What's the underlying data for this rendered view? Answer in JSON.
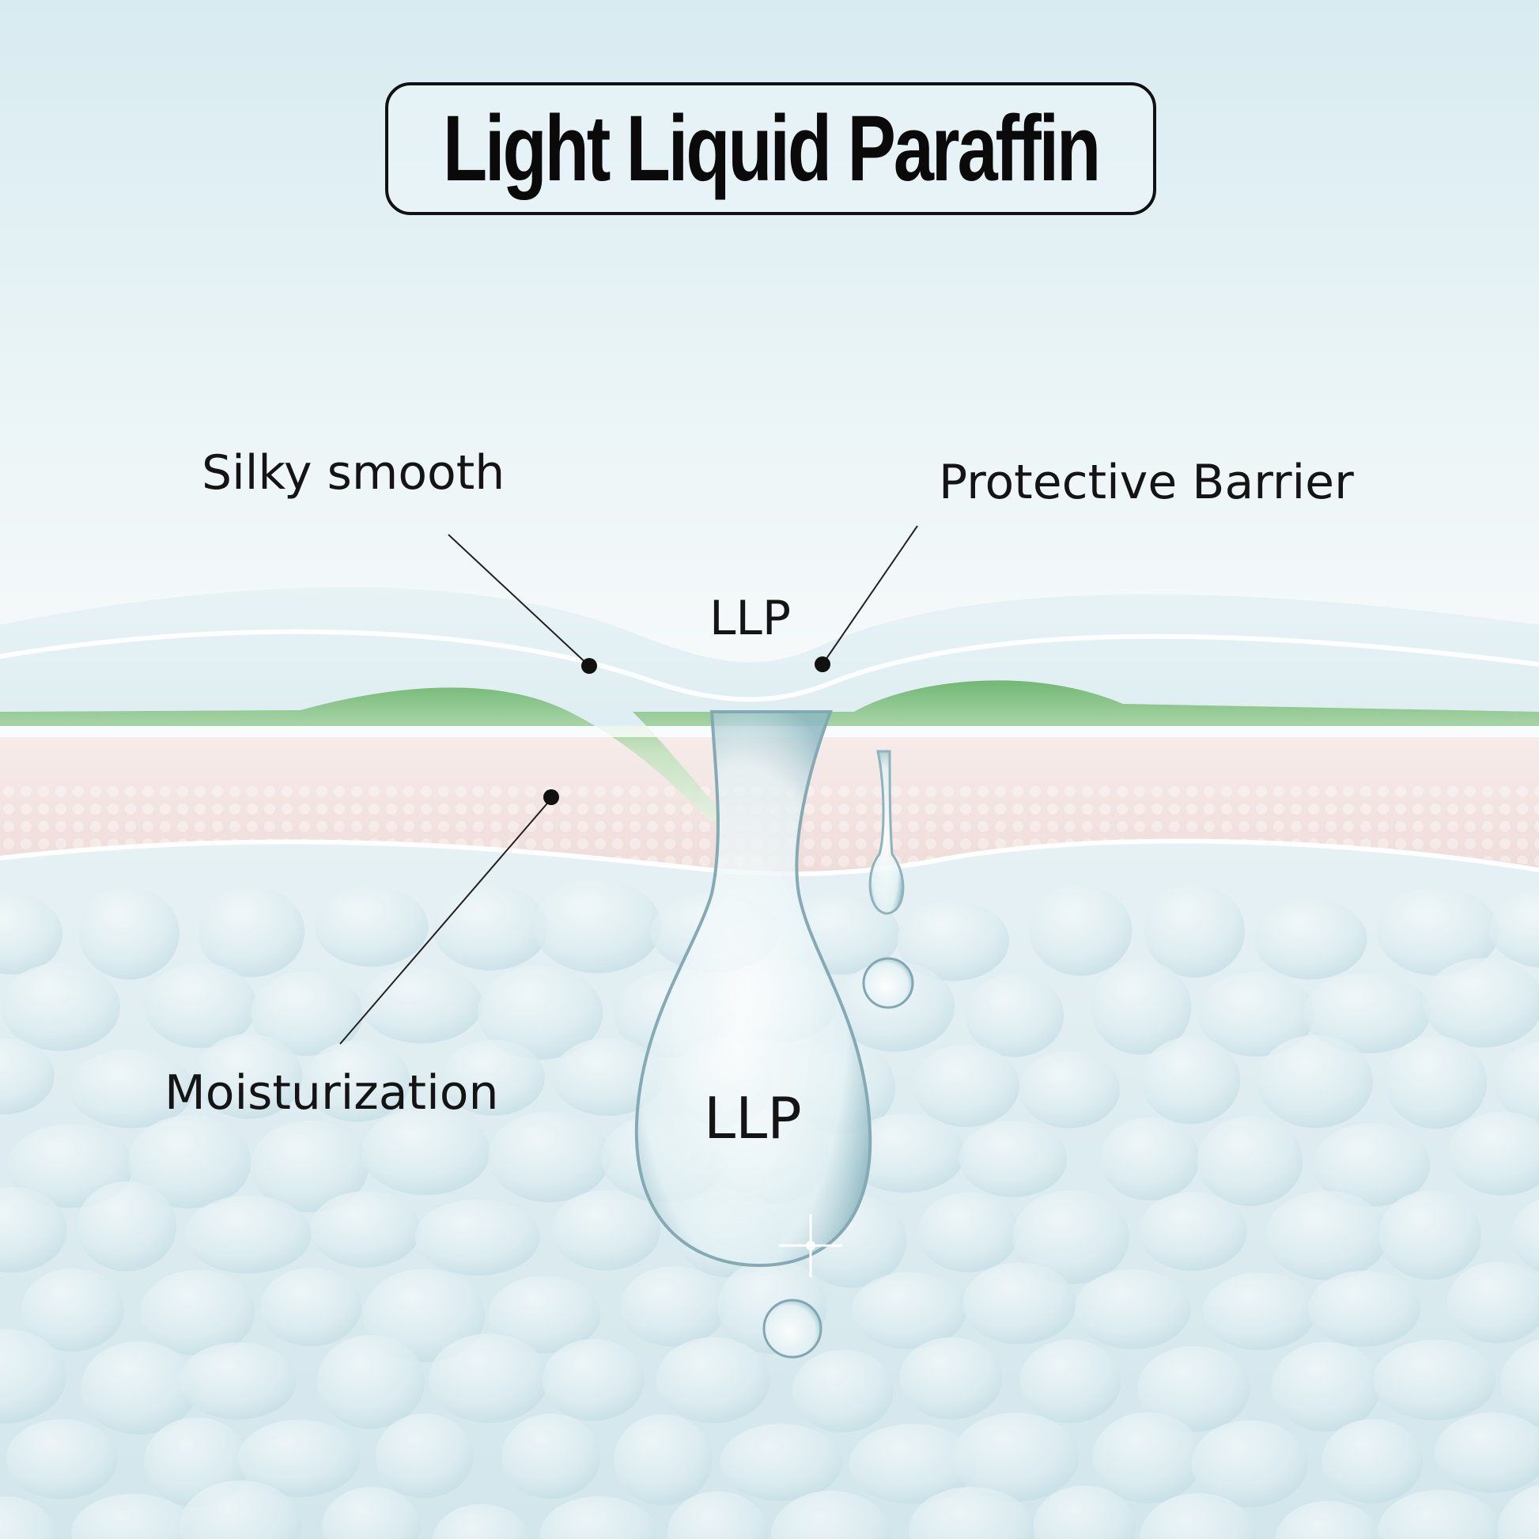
{
  "title": "Light Liquid Paraffin",
  "labels": {
    "silky_smooth": "Silky smooth",
    "protective_barrier": "Protective Barrier",
    "moisturization": "Moisturization",
    "llp_top": "LLP",
    "llp_drop": "LLP"
  },
  "colors": {
    "background_top": "#dcedf2",
    "background_mid": "#f4f8fa",
    "surface_layer": "#e6f1f4",
    "green_film": "#7cc07a",
    "pink_layer": "#f3e6e4",
    "cell_layer": "#d6e9ee",
    "text": "#141414"
  }
}
